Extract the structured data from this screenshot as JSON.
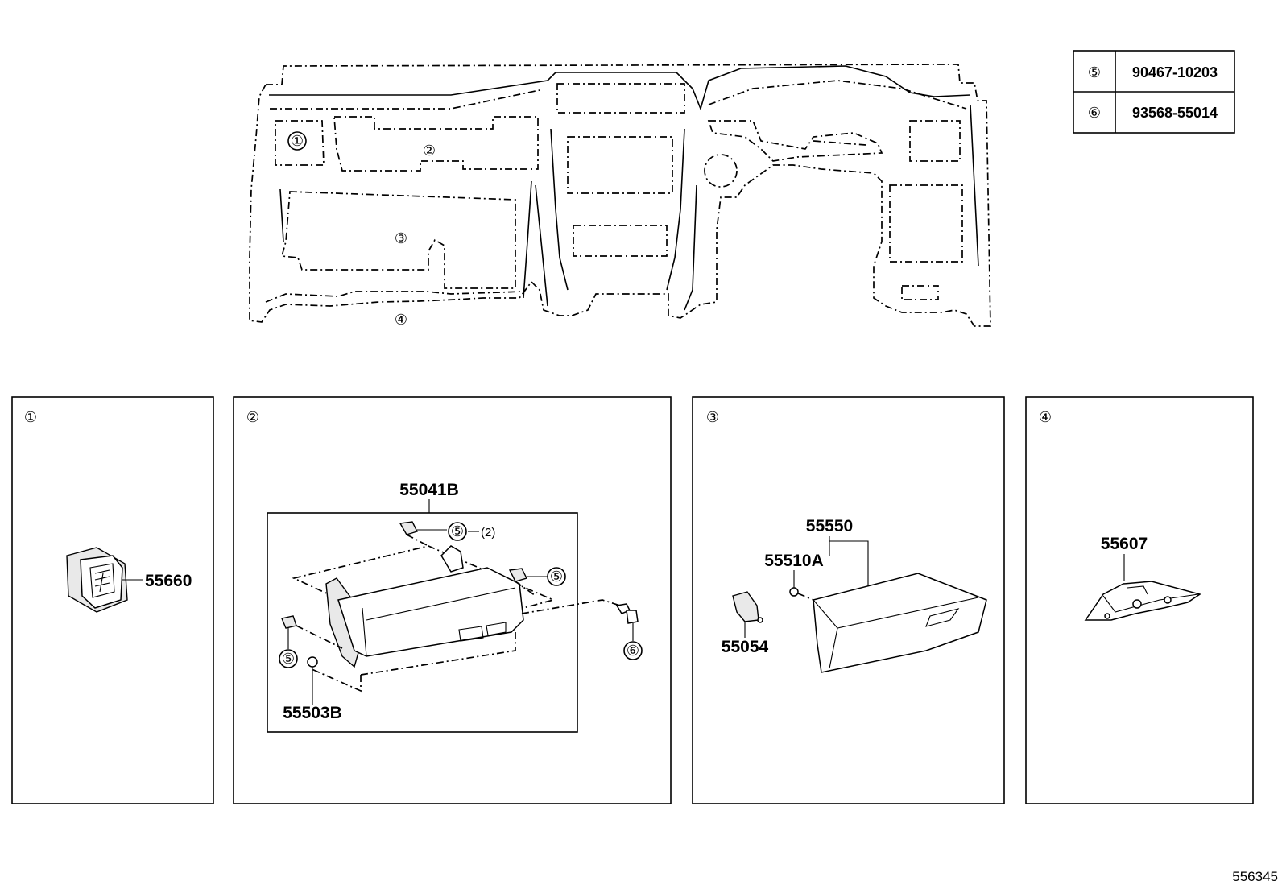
{
  "overview": {
    "areas": [
      {
        "marker": "①"
      },
      {
        "marker": "②"
      },
      {
        "marker": "③"
      },
      {
        "marker": "④"
      }
    ]
  },
  "reference_table": {
    "rows": [
      {
        "marker": "⑤",
        "part_number": "90467-10203"
      },
      {
        "marker": "⑥",
        "part_number": "93568-55014"
      }
    ]
  },
  "panels": [
    {
      "marker": "①",
      "parts": [
        {
          "part_number": "55660"
        }
      ]
    },
    {
      "marker": "②",
      "assembly": "55041B",
      "parts": [
        {
          "part_number": "55503B"
        }
      ],
      "callouts": [
        {
          "marker": "⑤",
          "qty": "(2)"
        },
        {
          "marker": "⑤"
        },
        {
          "marker": "⑤"
        },
        {
          "marker": "⑥"
        }
      ]
    },
    {
      "marker": "③",
      "parts": [
        {
          "part_number": "55550"
        },
        {
          "part_number": "55510A"
        },
        {
          "part_number": "55054"
        }
      ]
    },
    {
      "marker": "④",
      "parts": [
        {
          "part_number": "55607"
        }
      ]
    }
  ],
  "figure_id": "556345"
}
